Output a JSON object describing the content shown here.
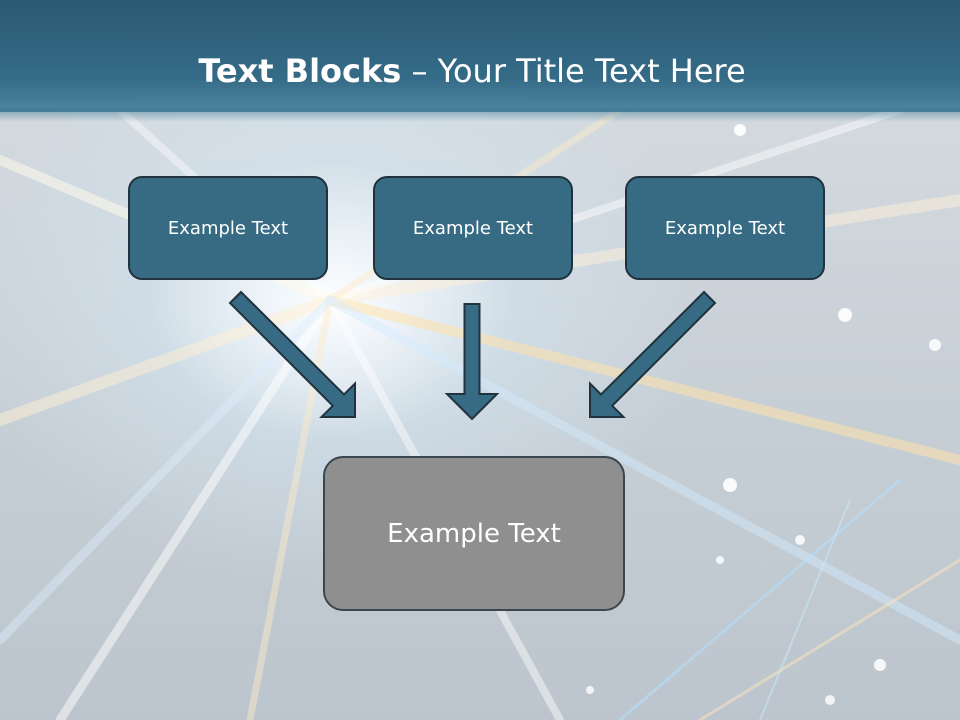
{
  "title": {
    "bold": "Text Blocks",
    "separator": " – ",
    "rest": "Your Title Text Here"
  },
  "blocks": [
    {
      "label": "Example Text"
    },
    {
      "label": "Example Text"
    },
    {
      "label": "Example Text"
    }
  ],
  "target": {
    "label": "Example Text"
  },
  "colors": {
    "title_bar": "#346b87",
    "block_fill": "#376a83",
    "block_border": "#20323d",
    "target_fill": "#8f8f8f",
    "arrow_fill": "#376a83"
  }
}
